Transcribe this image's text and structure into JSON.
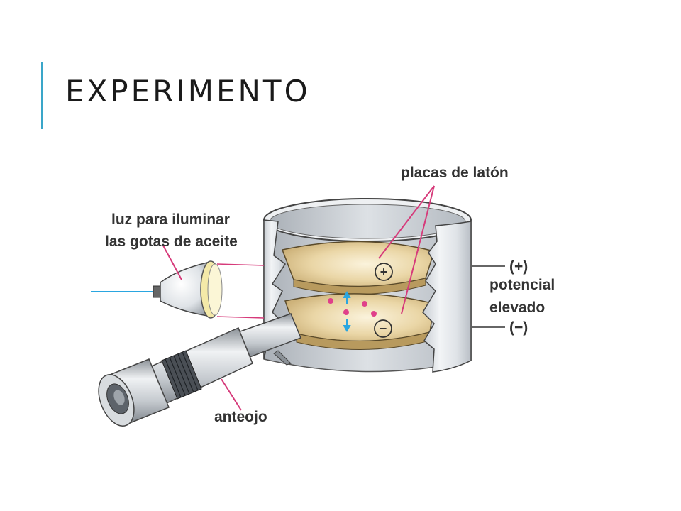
{
  "slide": {
    "title": "EXPERIMENTO",
    "accent_color": "#3aa6c9"
  },
  "diagram": {
    "labels": {
      "plates": "placas de latón",
      "light_line1": "luz para iluminar",
      "light_line2": "las gotas de aceite",
      "positive": "(+)",
      "potential_line1": "potencial",
      "potential_line2": "elevado",
      "negative": "(−)",
      "eyepiece": "anteojo"
    },
    "symbols": {
      "plus": "+",
      "minus": "−"
    },
    "colors": {
      "pointer": "#d63a7a",
      "light_beam": "#2aa6e0",
      "plate": "#e8d2a0",
      "cylinder": "#e4e8ec",
      "droplet": "#e0408a",
      "arrow": "#2aa6e0"
    }
  }
}
